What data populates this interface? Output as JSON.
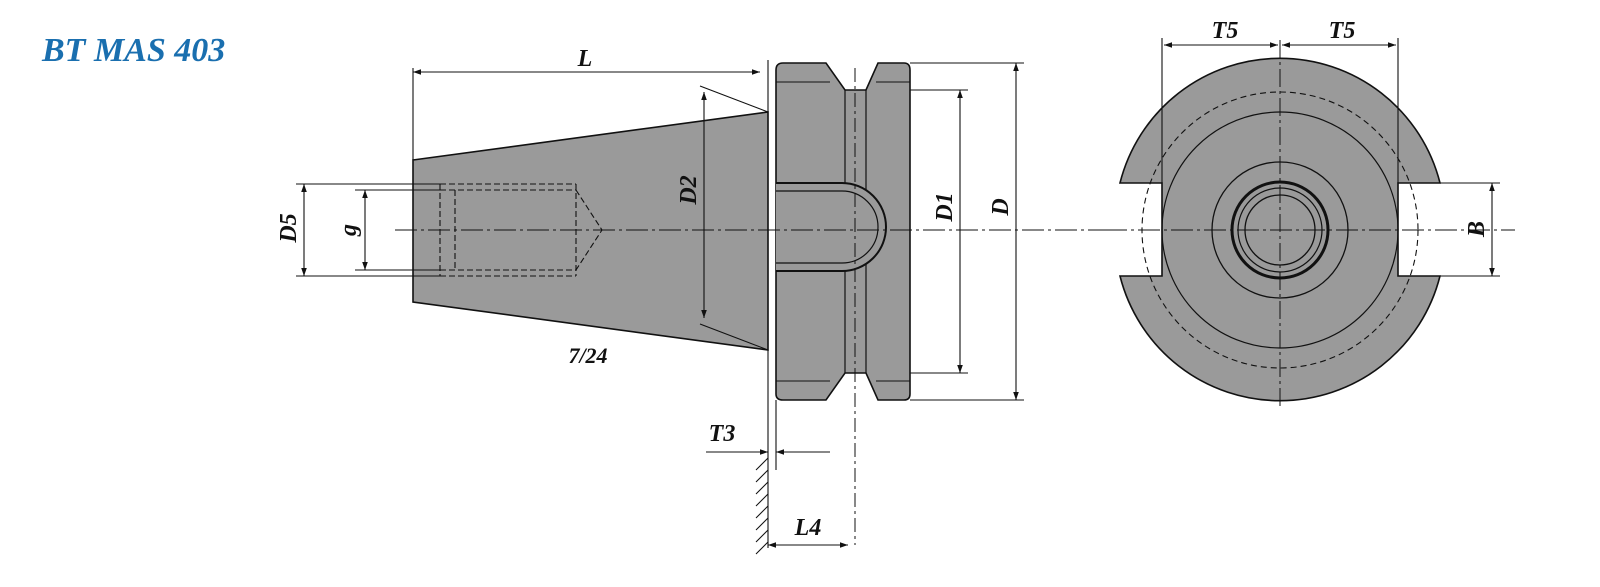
{
  "title": "BT MAS 403",
  "labels": {
    "L": "L",
    "D2": "D2",
    "D1": "D1",
    "D": "D",
    "D5": "D5",
    "g": "g",
    "taper": "7/24",
    "T3": "T3",
    "L4": "L4",
    "T5_left": "T5",
    "T5_right": "T5",
    "B": "B"
  },
  "colors": {
    "title": "#1a6faf",
    "body_fill": "#9a9a9a",
    "line": "#111111"
  }
}
